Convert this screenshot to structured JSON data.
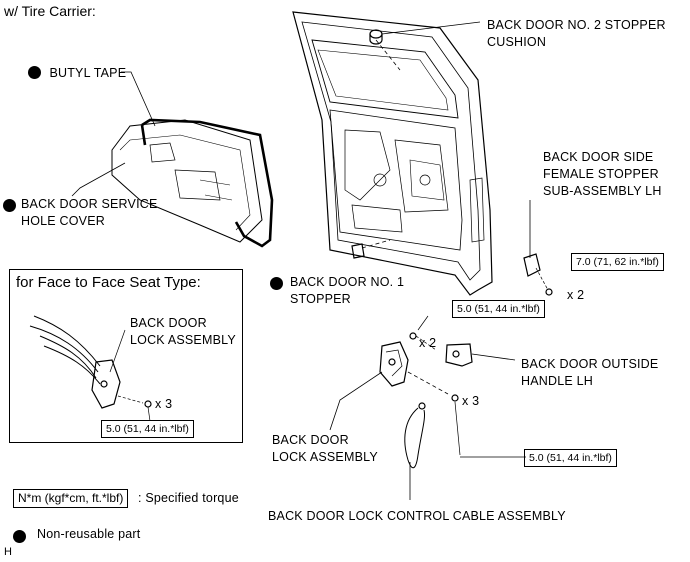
{
  "heading": "w/ Tire Carrier:",
  "labels": {
    "butyl_tape": "BUTYL TAPE",
    "service_hole_cover_1": "BACK DOOR SERVICE",
    "service_hole_cover_2": "HOLE COVER",
    "no2_stopper_1": "BACK DOOR NO. 2 STOPPER",
    "no2_stopper_2": "CUSHION",
    "side_stopper_1": "BACK DOOR SIDE",
    "side_stopper_2": "FEMALE STOPPER",
    "side_stopper_3": "SUB-ASSEMBLY LH",
    "no1_stopper_1": "BACK DOOR NO. 1",
    "no1_stopper_2": "STOPPER",
    "outside_handle_1": "BACK DOOR OUTSIDE",
    "outside_handle_2": "HANDLE LH",
    "lock_assembly_1": "BACK DOOR",
    "lock_assembly_2": "LOCK ASSEMBLY",
    "cable_assembly": "BACK DOOR LOCK CONTROL CABLE ASSEMBLY"
  },
  "inset": {
    "title": "for Face to Face Seat Type:",
    "lock_assembly_1": "BACK DOOR",
    "lock_assembly_2": "LOCK ASSEMBLY",
    "qty": "x 3",
    "torque": "5.0 (51, 44 in.*lbf)"
  },
  "torques": {
    "side_stopper": "7.0 (71, 62 in.*lbf)",
    "handle": "5.0 (51, 44 in.*lbf)",
    "lock": "5.0 (51, 44 in.*lbf)"
  },
  "quantities": {
    "side_stopper": "x 2",
    "handle": "x 2",
    "lock": "x 3"
  },
  "legend": {
    "torque_key": "N*m (kgf*cm, ft.*lbf)",
    "torque_desc": ": Specified torque",
    "non_reusable": "Non-reusable part"
  },
  "figure_code": "H"
}
